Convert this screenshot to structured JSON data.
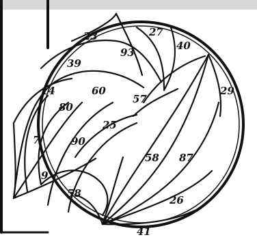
{
  "figure": {
    "colors": {
      "ink": "#111111",
      "paper": "#ffffff",
      "band": "#d8d8d8"
    },
    "region_numbers": [
      "23",
      "27",
      "40",
      "93",
      "39",
      "29",
      "14",
      "60",
      "57",
      "80",
      "25",
      "7",
      "90",
      "58",
      "87",
      "9",
      "58",
      "26",
      "41"
    ]
  }
}
